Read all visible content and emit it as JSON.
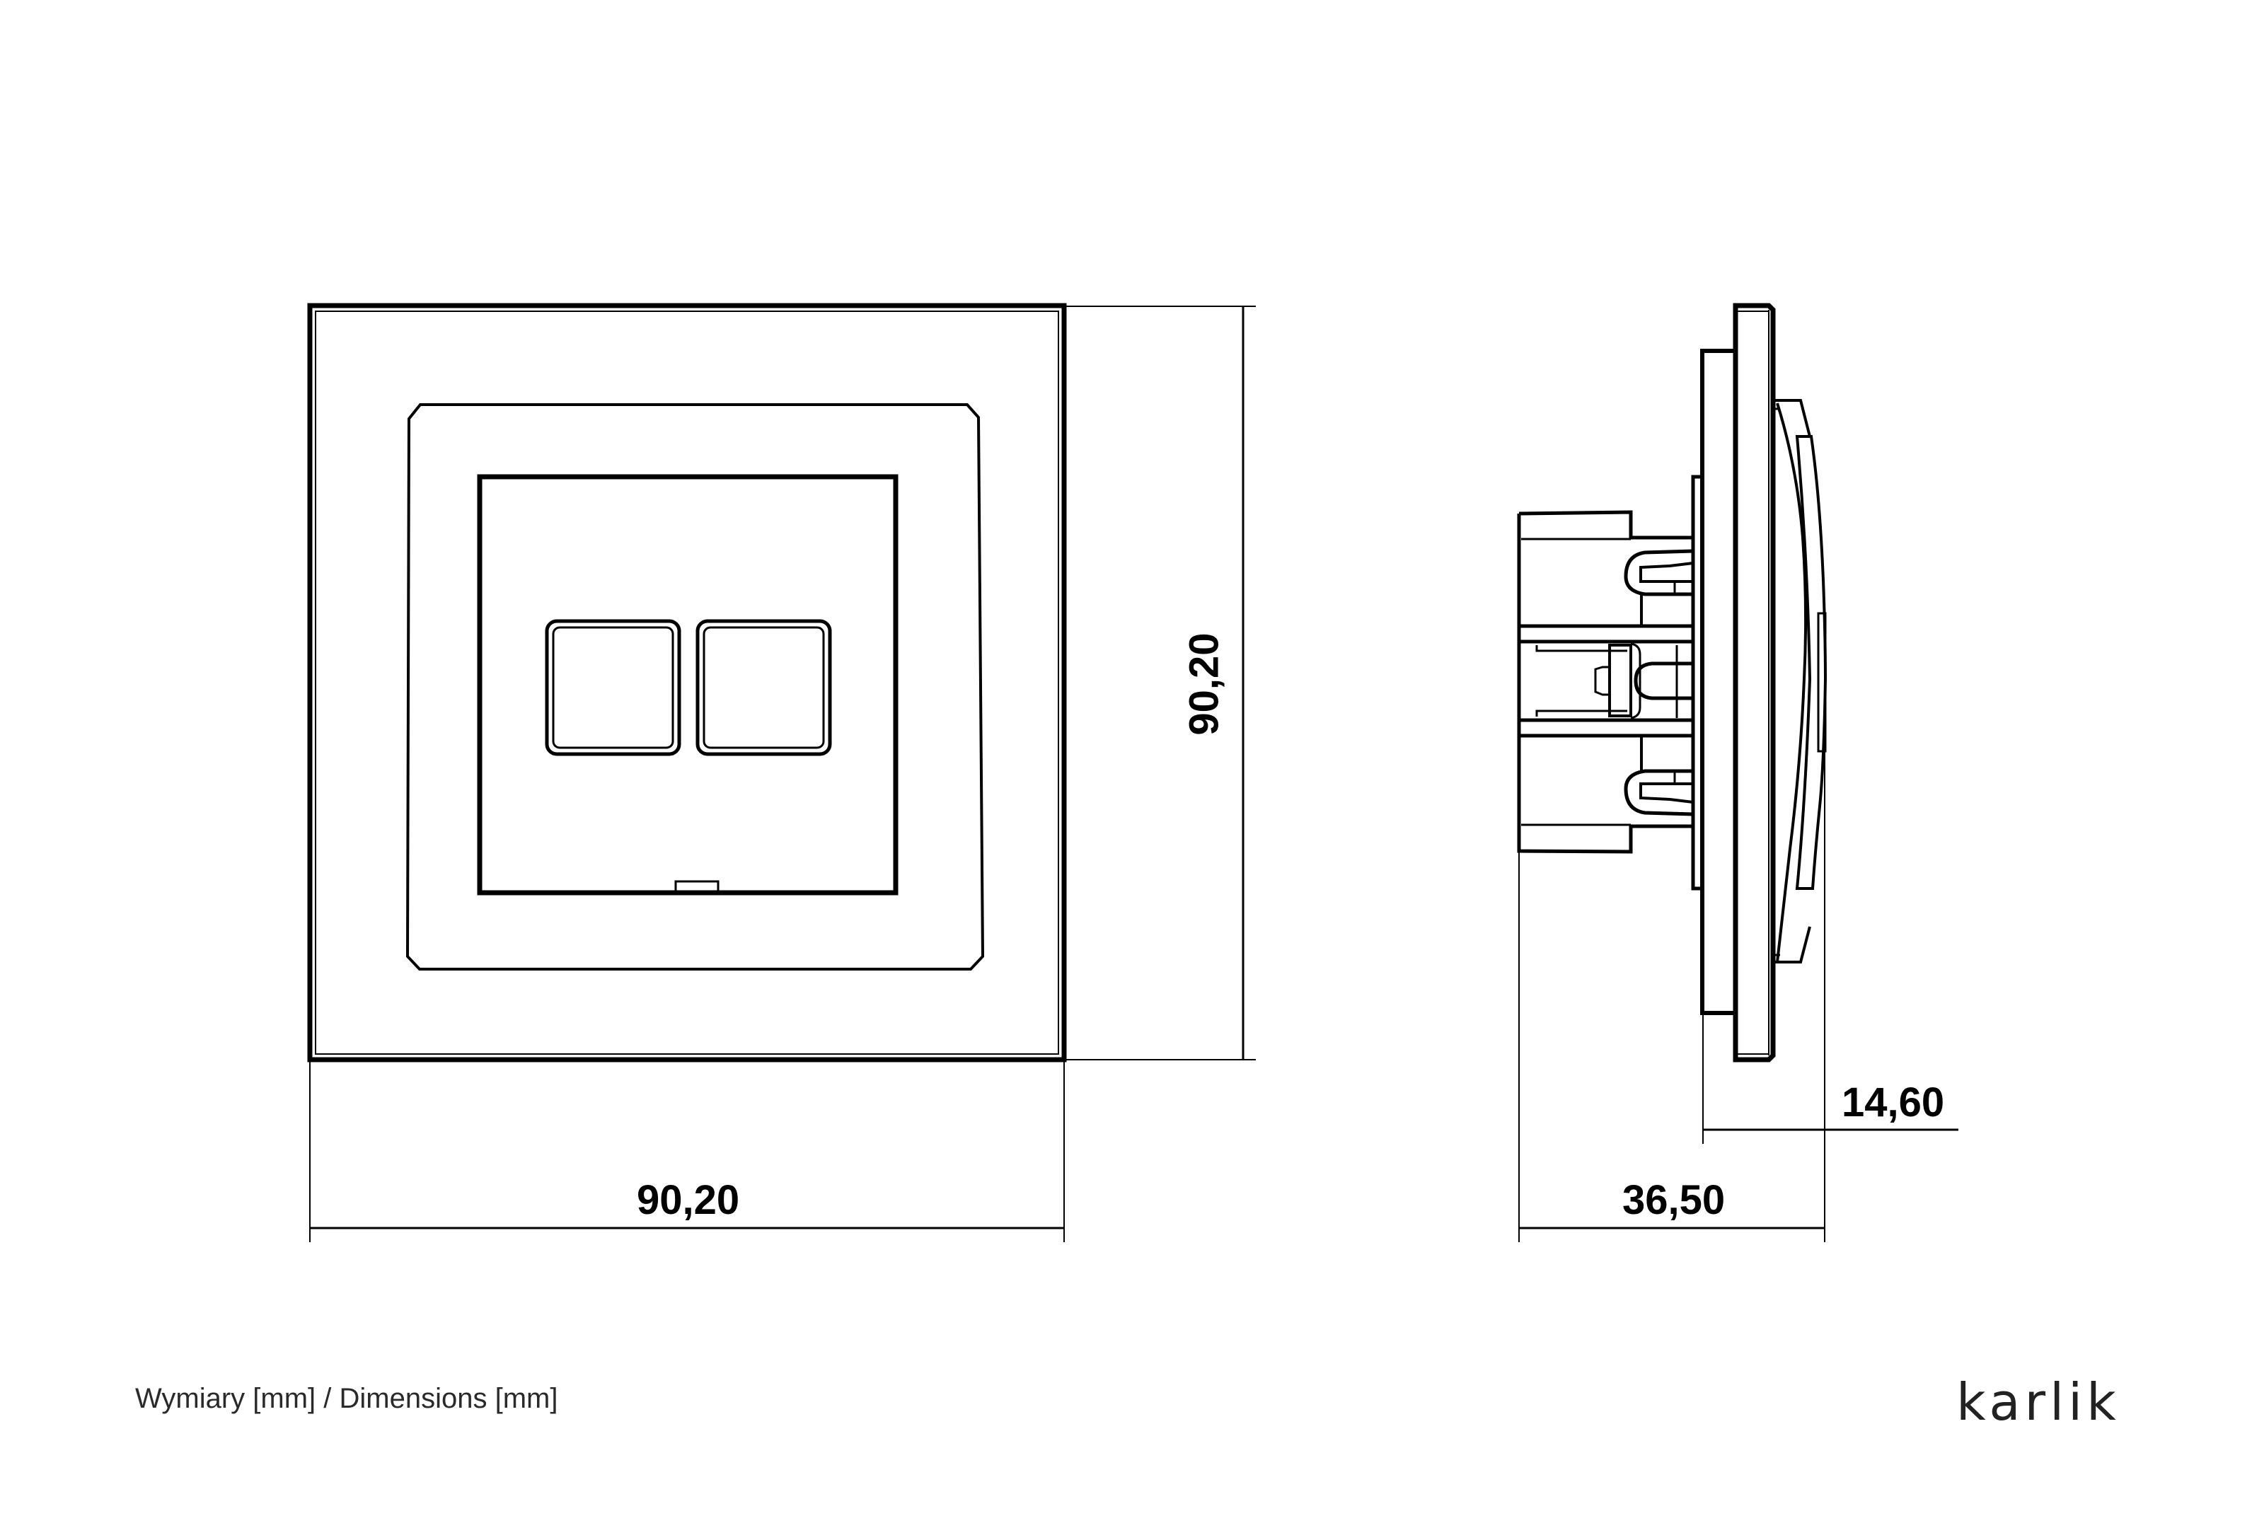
{
  "drawing": {
    "title": "Double switch technical drawing",
    "views": [
      {
        "name": "front-view",
        "parts": [
          "outer-frame",
          "inner-plate",
          "center-cover",
          "key-left",
          "key-right"
        ]
      },
      {
        "name": "side-view",
        "parts": [
          "mechanism-body",
          "mounting-plate",
          "frame-plate",
          "rocker-key"
        ]
      }
    ],
    "line_color": "#000000",
    "background": "#ffffff"
  },
  "dimensions": {
    "front_width": "90,20",
    "front_height": "90,20",
    "side_depth_total": "36,50",
    "side_depth_front": "14,60"
  },
  "footer": {
    "caption": "Wymiary [mm] / Dimensions [mm]",
    "logo": "karlik"
  }
}
